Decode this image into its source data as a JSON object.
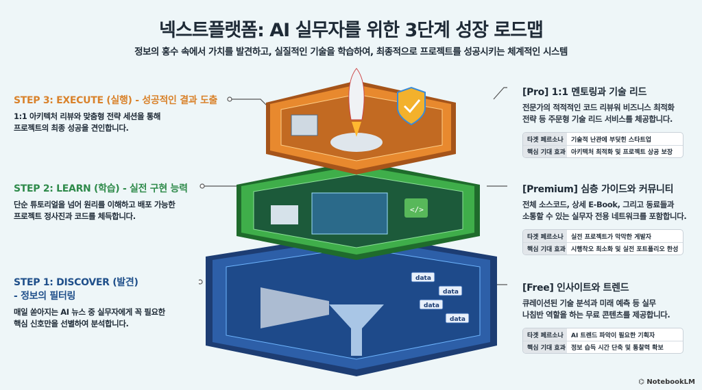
{
  "header": {
    "title": "넥스트플랫폼: AI 실무자를 위한 3단계 성장 로드맵",
    "subtitle": "정보의 홍수 속에서 가치를 발견하고, 실질적인 기술을 학습하여, 최종적으로 프로젝트를 성공시키는 체계적인 시스템"
  },
  "steps": [
    {
      "title": "STEP 3: EXECUTE (실행) - 성공적인 결과 도출",
      "desc": [
        "1:1 아키텍처 리뷰와 맞춤형 전략 세션을 통해",
        "프로젝트의 최종 성공을 견인합니다."
      ],
      "color": "#d9822b"
    },
    {
      "title": "STEP 2: LEARN (학습) - 실전 구현 능력",
      "desc": [
        "단순 튜토리얼을 넘어 원리를 이해하고 배포 가능한",
        "프로젝트 정사진과 코드를 체득합니다."
      ],
      "color": "#2e8a4a"
    },
    {
      "title": "STEP 1: DISCOVER (발견)",
      "title2": "- 정보의 필터링",
      "desc": [
        "매일 쏟아지는 AI 뉴스 중 실무자에게 꼭 필요한",
        "핵심 신호만을 선별하여 분석합니다."
      ],
      "color": "#1f4f8a"
    }
  ],
  "tiers": [
    {
      "title": "[Pro] 1:1 멘토링과 기술 리드",
      "desc": [
        "전문가의 적적적인 코드 리뷰워 비즈니스 최적화",
        "전략 등 주문형 기술 리드 서비스를 체공합니다."
      ],
      "rows": [
        [
          "타겟 페르소나",
          "기술적 난관에 부딪힌 스타트업"
        ],
        [
          "핵심 기대 효과",
          "아키텍처 최적화 및 프로젝트 상공 보장"
        ]
      ]
    },
    {
      "title": "[Premium] 심층 가이드와 커뮤니티",
      "desc": [
        "전체 소스코드, 상세 E-Book, 그리고 동료들과",
        "소통할 수 있는 실무자 전용 네트워크를 포함합니다."
      ],
      "rows": [
        [
          "타겟 페르소나",
          "실전 프로젝트가 막막한 게발자"
        ],
        [
          "핵심 기대 효과",
          "시행착오 최소화 및 실전 포트폴리오 한성"
        ]
      ]
    },
    {
      "title": "[Free] 인사이트와 트렌드",
      "desc": [
        "큐레이션된 기술 분석과 미래 예측 등 실무",
        "나침반 역할을 하는 무료 콘텐츠를 제공합니다."
      ],
      "rows": [
        [
          "타겟 페르소나",
          "AI 트렌드 파악이 필요한 기획자"
        ],
        [
          "핵심 기대 효과",
          "정보 습득 시간 단축 및 통찰력 확보"
        ]
      ]
    }
  ],
  "diagram": {
    "data_label": "data",
    "colors": {
      "top": "#e8892e",
      "middle": "#3fae4a",
      "bottom": "#2d5fa8"
    }
  },
  "brand": "NotebookLM"
}
